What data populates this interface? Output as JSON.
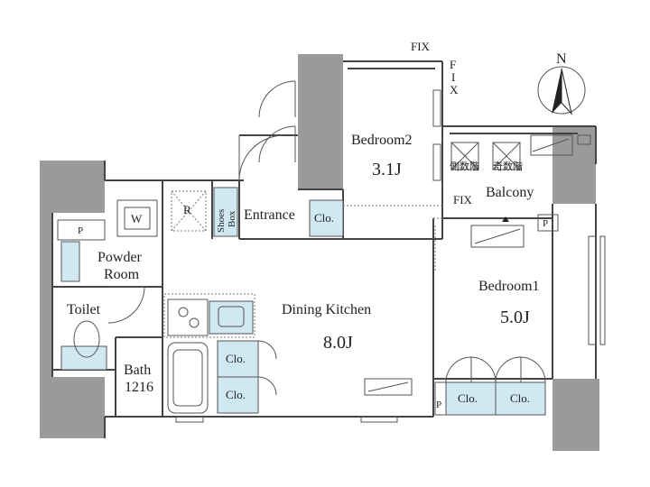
{
  "rooms": {
    "bedroom2": {
      "name": "Bedroom2",
      "size": "3.1J"
    },
    "bedroom1": {
      "name": "Bedroom1",
      "size": "5.0J"
    },
    "dining_kitchen": {
      "name": "Dining Kitchen",
      "size": "8.0J"
    },
    "entrance": "Entrance",
    "balcony": "Balcony",
    "powder_room_line1": "Powder",
    "powder_room_line2": "Room",
    "toilet": "Toilet",
    "bath_line1": "Bath",
    "bath_line2": "1216"
  },
  "fixtures": {
    "shoes_box_line1": "Shoes",
    "shoes_box_line2": "Box",
    "closet": "Clo.",
    "washer": "W",
    "fridge": "R",
    "pipe": "P",
    "fix": "FIX",
    "fix_vertical": [
      "F",
      "I",
      "X"
    ],
    "balcony_sign_left": "側数階",
    "balcony_sign_right": "奇数階"
  },
  "compass": {
    "north": "N"
  }
}
